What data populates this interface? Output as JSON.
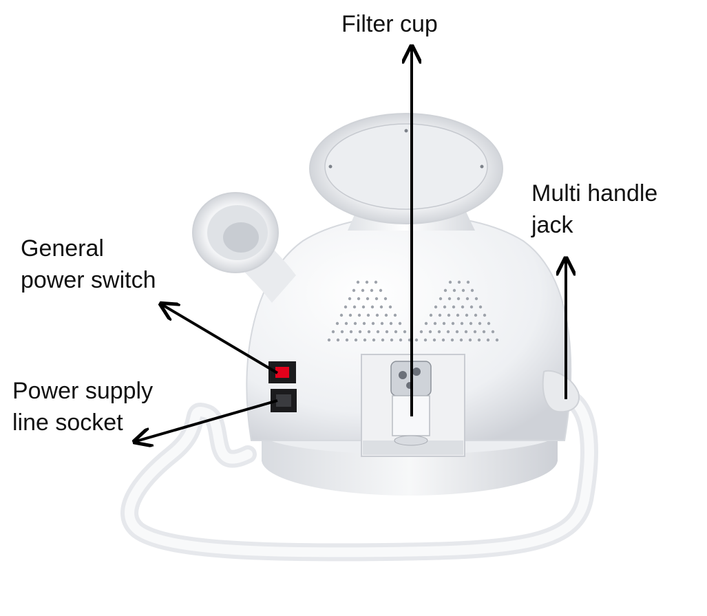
{
  "callouts": {
    "filter_cup": {
      "lines": [
        "Filter cup"
      ]
    },
    "multi_handle_jack": {
      "lines": [
        "Multi handle",
        "jack"
      ]
    },
    "general_power_switch": {
      "lines": [
        "General",
        "power switch"
      ]
    },
    "power_supply_line_socket": {
      "lines": [
        "Power supply",
        "line socket"
      ]
    }
  },
  "colors": {
    "text": "#111111",
    "arrow": "#000000",
    "body": "#f4f5f7",
    "shade": "#d9dbe0",
    "switch_red": "#e3001b"
  }
}
